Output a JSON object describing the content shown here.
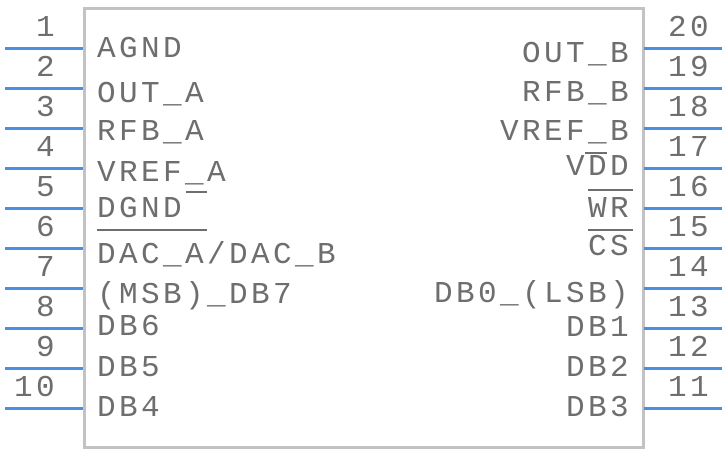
{
  "component": {
    "left_pins": [
      {
        "number": "1",
        "label": "AGND"
      },
      {
        "number": "2",
        "label": "OUT_A"
      },
      {
        "number": "3",
        "label": "RFB_A"
      },
      {
        "number": "4",
        "label": "VREF_A"
      },
      {
        "number": "5",
        "label": "DGND"
      },
      {
        "number": "6",
        "label": "DAC_A/DAC_B"
      },
      {
        "number": "7",
        "label": "(MSB)_DB7"
      },
      {
        "number": "8",
        "label": "DB6"
      },
      {
        "number": "9",
        "label": "DB5"
      },
      {
        "number": "10",
        "label": "DB4"
      }
    ],
    "right_pins": [
      {
        "number": "20",
        "label": "OUT_B"
      },
      {
        "number": "19",
        "label": "RFB_B"
      },
      {
        "number": "18",
        "label": "VREF_B"
      },
      {
        "number": "17",
        "label": "VDD"
      },
      {
        "number": "16",
        "label": "WR"
      },
      {
        "number": "15",
        "label": "CS"
      },
      {
        "number": "14",
        "label": "DB0_(LSB)"
      },
      {
        "number": "13",
        "label": "DB1"
      },
      {
        "number": "12",
        "label": "DB2"
      },
      {
        "number": "11",
        "label": "DB3"
      }
    ],
    "colors": {
      "pin": "#4a8fe0",
      "outline": "#c2c2c2",
      "text": "#6e6e6e"
    }
  }
}
